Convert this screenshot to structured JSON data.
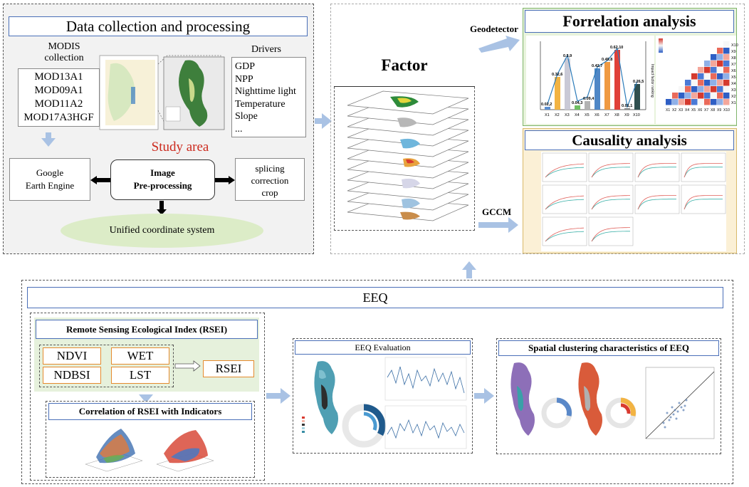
{
  "data_collection": {
    "title": "Data collection and processing",
    "modis_header": "MODIS\ncollection",
    "modis_items": [
      "MOD13A1",
      "MOD09A1",
      "MOD11A2",
      "MOD17A3HGF"
    ],
    "drivers_header": "Drivers",
    "drivers_items": [
      "GDP",
      "NPP",
      "Nighttime light",
      "Temperature",
      "Slope",
      "..."
    ],
    "study_area_label": "Study area",
    "study_area_color": "#cc2a1e",
    "google_earth_engine": "Google\nEarth Engine",
    "image_preprocessing": "Image\nPre-processing",
    "splicing": "splicing\ncorrection\ncrop",
    "unified": "Unified coordinate system"
  },
  "factor": {
    "title": "Factor",
    "geodetector_label": "Geodetector",
    "gccm_label": "GCCM"
  },
  "forrelation": {
    "title": "Forrelation analysis",
    "bar_x_labels": [
      "X1",
      "X2",
      "X3",
      "X4",
      "X5",
      "X6",
      "X7",
      "X8",
      "X9",
      "X10"
    ],
    "bar_top_labels": [
      "0.02,2",
      "0.32,6",
      "0.5,9",
      "0.04,3",
      "0.09,4",
      "0.42,7",
      "0.49,8",
      "0.62,10",
      "0.01,1",
      "0.26,5"
    ],
    "heatmap_row_labels": [
      "X10",
      "X9",
      "X8",
      "X7",
      "X6",
      "X5",
      "X4",
      "X3",
      "X2",
      "X1"
    ],
    "heatmap_col_labels": [
      "X1",
      "X2",
      "X3",
      "X4",
      "X5",
      "X6",
      "X7",
      "X8",
      "X9",
      "X10"
    ],
    "y_axis_label": "Impact factor ranking",
    "panel_bg": "#e8f3dc"
  },
  "causality": {
    "title": "Causality analysis",
    "panel_bg": "#fbf0d6"
  },
  "eeq": {
    "title": "EEQ",
    "rsei_title": "Remote Sensing Ecological Index (RSEI)",
    "rsei_items": [
      "NDVI",
      "WET",
      "NDBSI",
      "LST"
    ],
    "rsei_result": "RSEI",
    "correlation_title": "Correlation of RSEI with Indicators",
    "evaluation_title": "EEQ Evaluation",
    "spatial_title": "Spatial clustering characteristics of EEQ",
    "rsei_panel_bg": "#e6f1dc"
  }
}
